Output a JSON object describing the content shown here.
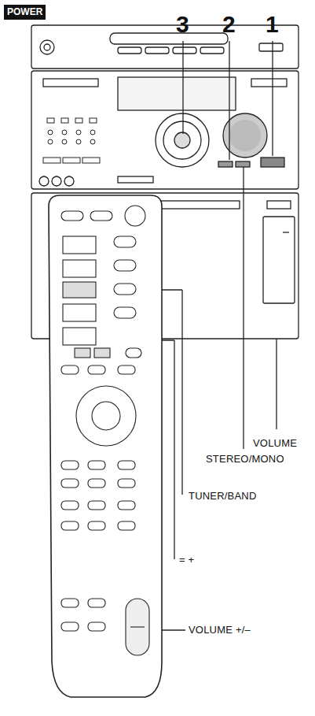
{
  "diagram": {
    "labels": [
      "POWER",
      "3",
      "2",
      "1",
      "VOLUME",
      "STEREO/MONO",
      "TUNER/BAND",
      "= +",
      "VOLUME +/–"
    ]
  }
}
